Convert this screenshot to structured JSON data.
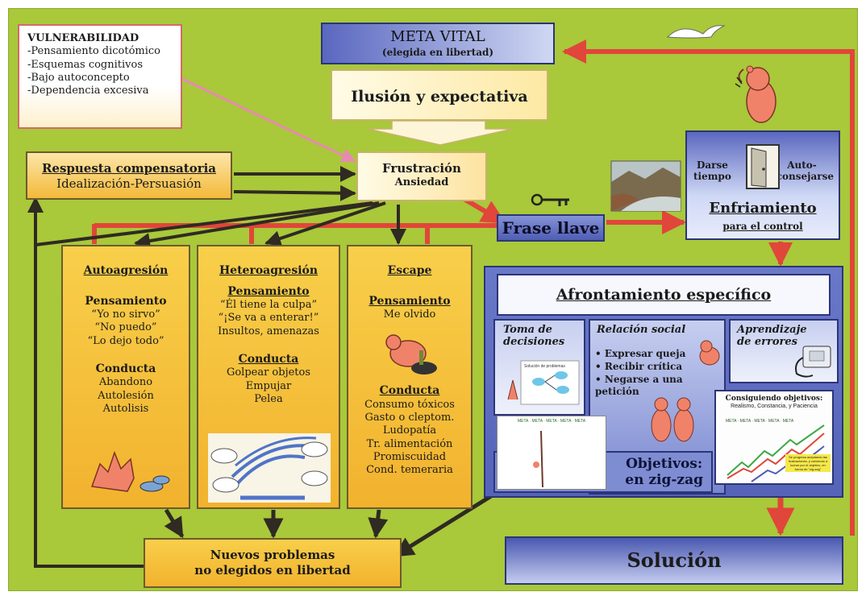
{
  "vulnerability": {
    "title": "VULNERABILIDAD",
    "items": [
      "-Pensamiento dicotómico",
      "-Esquemas cognitivos",
      "-Bajo autoconcepto",
      "-Dependencia excesiva"
    ]
  },
  "meta": {
    "title": "META VITAL",
    "subtitle": "(elegida en libertad)"
  },
  "illusion": {
    "label": "Ilusión y expectativa"
  },
  "frustration": {
    "title": "Frustración",
    "subtitle": "Ansiedad"
  },
  "compensatory": {
    "title": "Respuesta compensatoria",
    "subtitle": "Idealización-Persuasión"
  },
  "key_phrase": {
    "label": "Frase llave"
  },
  "cooling": {
    "left": "Darse\ntiempo",
    "right": "Auto-\naconsejarse",
    "title": "Enfriamiento",
    "subtitle": "para el control"
  },
  "columns": [
    {
      "title": "Autoagresión",
      "thought_title": "Pensamiento",
      "thoughts": [
        "“Yo no sirvo”",
        "“No puedo”",
        "“Lo dejo todo”"
      ],
      "conduct_title": "Conducta",
      "conducts": [
        "Abandono",
        "Autolesión",
        "Autolisis"
      ]
    },
    {
      "title": "Heteroagresión",
      "thought_title": "Pensamiento",
      "thoughts": [
        "“Él tiene la culpa”",
        "“¡Se va a enterar!”",
        "Insultos, amenazas"
      ],
      "conduct_title": "Conducta",
      "conducts": [
        "Golpear objetos",
        "Empujar",
        "Pelea"
      ]
    },
    {
      "title": "Escape",
      "thought_title": "Pensamiento",
      "thoughts": [
        "Me olvido"
      ],
      "conduct_title": "Conducta",
      "conducts": [
        "Consumo tóxicos",
        "Gasto o cleptom.",
        "Ludopatía",
        "Tr. alimentación",
        "Promiscuidad",
        "Cond. temeraria"
      ]
    }
  ],
  "coping": {
    "title": "Afrontamiento específico",
    "decisions": "Toma de\ndecisiones",
    "social_title": "Relación social",
    "social_items": [
      "• Expresar queja",
      "• Recibir crítica",
      "• Negarse a una petición"
    ],
    "errors": "Aprendizaje\nde errores",
    "goals_title": "Consiguiendo objetivos:",
    "goals_sub": "Realismo, Constancia, y Paciencia",
    "zigzag": "Objetivos:\nen zig-zag",
    "problem_solving": "Solución de problemas",
    "meta_strip": "META · META · META · META · META",
    "progress_note": "Se progresa aceptando las frustraciones, y volviendo a luchar por el objetivo, en forma de \"zig-zag\""
  },
  "solution": {
    "label": "Solución"
  },
  "new_problems": {
    "line1": "Nuevos problemas",
    "line2": "no elegidos en libertad"
  },
  "colors": {
    "background": "#a9c83a",
    "arrow_red": "#e0463a",
    "arrow_dark": "#2f2a22",
    "box_yellow": "#f4b931",
    "box_blue": "#4a58b0"
  }
}
